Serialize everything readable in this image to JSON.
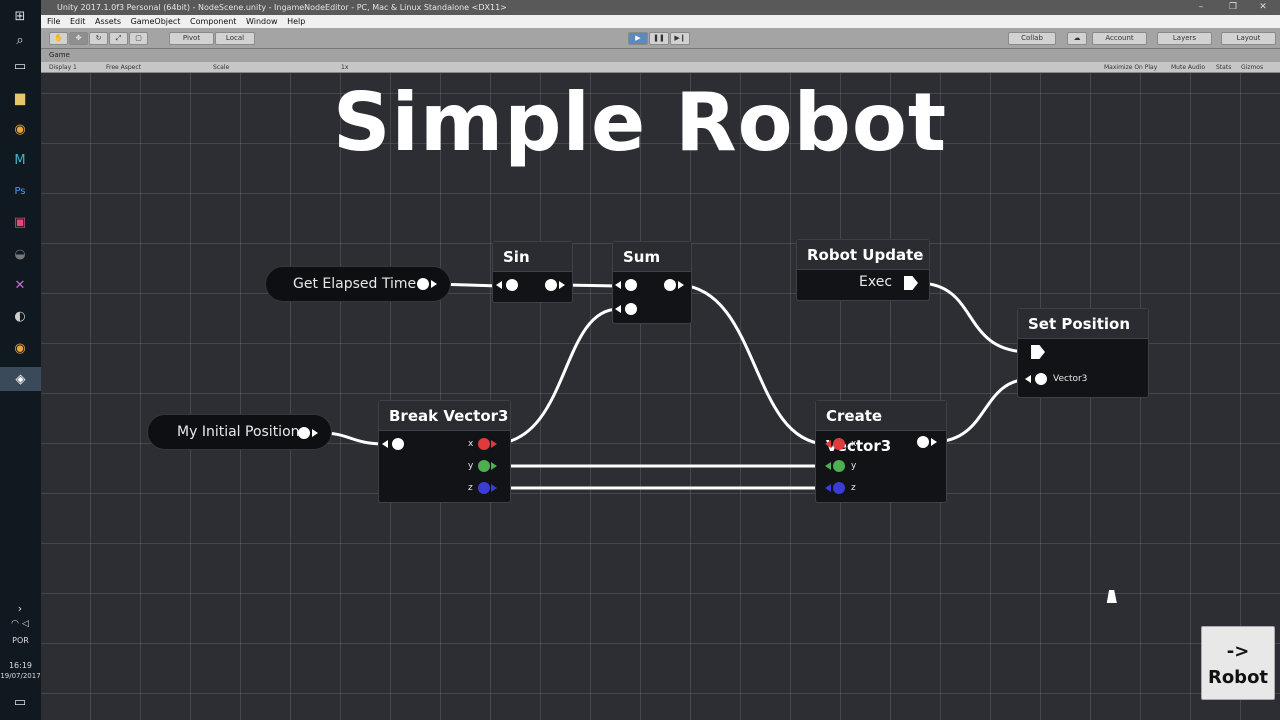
{
  "window": {
    "title": "Unity 2017.1.0f3 Personal (64bit) - NodeScene.unity - IngameNodeEditor - PC, Mac & Linux Standalone <DX11>"
  },
  "menu": [
    "File",
    "Edit",
    "Assets",
    "GameObject",
    "Component",
    "Window",
    "Help"
  ],
  "toolbar": {
    "pivot": "Pivot",
    "local": "Local",
    "collab": "Collab",
    "account": "Account",
    "layers": "Layers",
    "layout": "Layout"
  },
  "game_tab": {
    "label": "Game",
    "display": "Display 1",
    "aspect": "Free Aspect",
    "scale_label": "Scale",
    "scale_value": "1x",
    "maximize": "Maximize On Play",
    "mute": "Mute Audio",
    "stats": "Stats",
    "gizmos": "Gizmos"
  },
  "scene": {
    "title": "Simple Robot",
    "nodes": {
      "get_elapsed_time": "Get Elapsed Time",
      "my_initial_position": "My Initial Position",
      "sin": "Sin",
      "sum": "Sum",
      "break_vector3": "Break Vector3",
      "create_vector3": "Create Vector3",
      "robot_update": "Robot Update",
      "exec": "Exec",
      "set_position": "Set Position",
      "vector3": "Vector3",
      "x": "x",
      "y": "y",
      "z": "z"
    },
    "robot_button": {
      "line1": "->",
      "line2": "Robot"
    }
  },
  "taskbar": {
    "language": "POR",
    "time": "16:19",
    "date": "19/07/2017"
  }
}
